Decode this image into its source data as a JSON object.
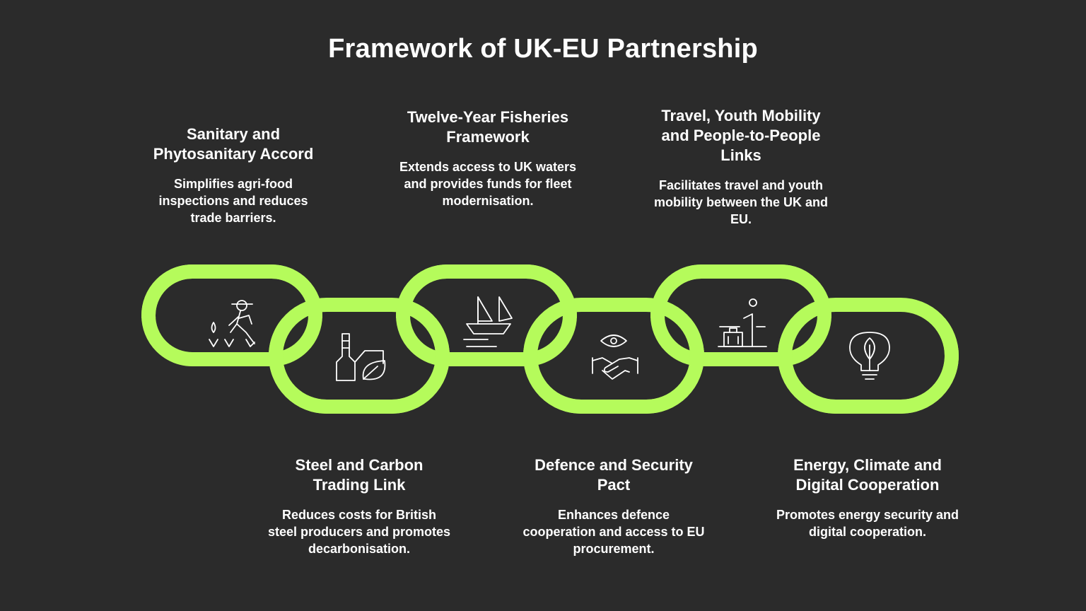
{
  "title": "Framework of UK-EU Partnership",
  "accent_color": "#b5fb5b",
  "items": [
    {
      "heading": "Sanitary and Phytosanitary Accord",
      "description": "Simplifies agri-food inspections and reduces trade barriers.",
      "icon": "farmer-planting-icon"
    },
    {
      "heading": "Steel and Carbon Trading Link",
      "description": "Reduces costs for British steel producers and promotes decarbonisation.",
      "icon": "factory-leaf-icon"
    },
    {
      "heading": "Twelve-Year Fisheries Framework",
      "description": "Extends access to UK waters and provides funds for fleet modernisation.",
      "icon": "sailboat-icon"
    },
    {
      "heading": "Defence and Security Pact",
      "description": "Enhances defence cooperation and access to EU procurement.",
      "icon": "handshake-eye-icon"
    },
    {
      "heading": "Travel, Youth Mobility and People-to-People Links",
      "description": "Facilitates travel and youth mobility between the UK and EU.",
      "icon": "travel-growth-icon"
    },
    {
      "heading": "Energy, Climate and Digital Cooperation",
      "description": "Promotes energy security and digital cooperation.",
      "icon": "eco-bulb-icon"
    }
  ]
}
